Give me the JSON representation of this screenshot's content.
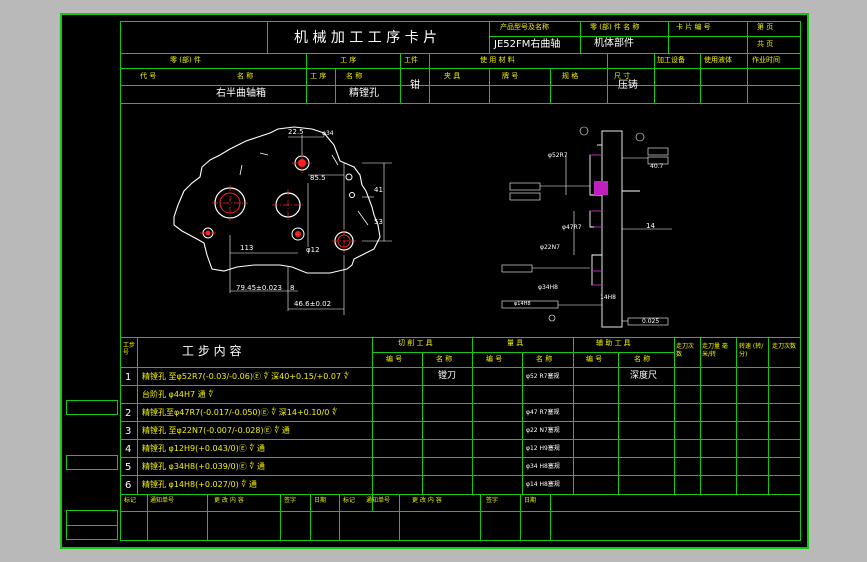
{
  "header": {
    "title": "机 械 加 工 工 序 卡 片",
    "product_label": "产品型号及名称",
    "product_value": "JE52FM右曲轴",
    "part_label": "零 (部) 件 名 称",
    "part_value": "机体部件",
    "card_no_label": "卡 片 编 号",
    "sheet_label": "第    页",
    "total_label": "共    页"
  },
  "row2": {
    "part_label": "零 (部) 件",
    "process_label": "工    序",
    "workpiece_label": "工件",
    "material_label": "使  用  材  料",
    "equip_label": "加工设备",
    "coolant_label": "使用液体",
    "cycle_label": "作业时间"
  },
  "row3": {
    "code_label": "代    号",
    "name_label": "名    称",
    "seq_label": "工 序",
    "pname_label": "名    称",
    "fix_label": "夹    具",
    "grade_label": "牌  号",
    "spec_label": "规    格",
    "size_label": "尺    寸"
  },
  "row4": {
    "part_name": "右半曲轴箱",
    "process_name": "精镗孔",
    "clamp": "钳",
    "casting": "压铸"
  },
  "drawing": {
    "dims_left": [
      "22.5",
      "φ34",
      "85.5",
      "41",
      "53",
      "φ12",
      "113",
      "79.45±0.023",
      "46.6±0.02",
      "8"
    ],
    "dims_right": [
      "40.7",
      "14",
      "φ52R7",
      "φ47R7",
      "φ22N7",
      "φ34H8",
      "14H8",
      "φ14H8",
      "0.025"
    ]
  },
  "steps_header": {
    "step_no": "工步号",
    "content": "工  步  内  容",
    "cutting_tool": "切 削 工 具",
    "gauge": "量    具",
    "aux_tool": "辅 助 工 具",
    "code": "编  号",
    "name": "名  称",
    "feed": "走刀次数",
    "cut_speed": "走刀量 毫米/转",
    "rpm": "转速 (转/分)",
    "time": "走刀次数"
  },
  "steps": [
    {
      "no": "1",
      "content": "精镗孔 至φ52R7(-0.03/-0.06)Ⓔ ∜ 深40+0.15/+0.07 ∜",
      "tool": "镗刀",
      "gauge": "φ52 R7塞规",
      "aux": "深度尺"
    },
    {
      "no": "",
      "content": "台阶孔 φ44H7 通 ∜",
      "tool": "",
      "gauge": "",
      "aux": ""
    },
    {
      "no": "2",
      "content": "精镗孔至φ47R7(-0.017/-0.050)Ⓔ ∜ 深14+0.10/0 ∜",
      "tool": "",
      "gauge": "φ47 R7塞规",
      "aux": ""
    },
    {
      "no": "3",
      "content": "精镗孔 至φ22N7(-0.007/-0.028)Ⓔ ∜ 通",
      "tool": "",
      "gauge": "φ22 N7塞规",
      "aux": ""
    },
    {
      "no": "4",
      "content": "精镗孔 φ12H9(+0.043/0)Ⓔ ∜ 通",
      "tool": "",
      "gauge": "φ12 H9塞规",
      "aux": ""
    },
    {
      "no": "5",
      "content": "精镗孔 φ34H8(+0.039/0)Ⓔ ∜ 通",
      "tool": "",
      "gauge": "φ34 H8塞规",
      "aux": ""
    },
    {
      "no": "6",
      "content": "精镗孔 φ14H8(+0.027/0) ∜ 通",
      "tool": "",
      "gauge": "φ14 H8塞规",
      "aux": ""
    }
  ],
  "footer": {
    "mark1": "标记",
    "change_no1": "通知单号",
    "content1": "更 改 内 容",
    "sign1": "签字",
    "date1": "日期",
    "mark2": "标记",
    "change_no2": "通知单号",
    "content2": "更 改 内 容",
    "sign2": "签字",
    "date2": "日期"
  }
}
